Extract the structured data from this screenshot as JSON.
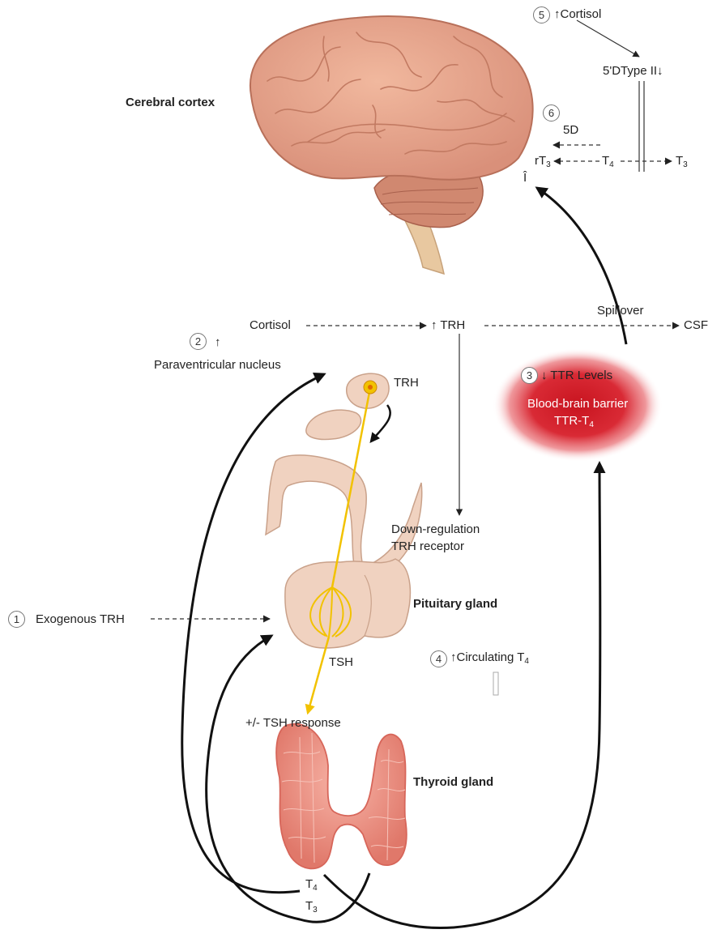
{
  "steps": [
    "1",
    "2",
    "3",
    "4",
    "5",
    "6"
  ],
  "labels": {
    "cerebral_cortex": "Cerebral cortex",
    "cortisol_up": "↑Cortisol",
    "deiodinase_type2": "5'DType II↓",
    "five_d": "5D",
    "rt3_base": "rT",
    "rt3_sub": "3",
    "t4_base": "T",
    "t4_sub": "4",
    "t3_base": "T",
    "t3_sub": "3",
    "i_mark": "Î",
    "cortisol": "Cortisol",
    "trh_up": "↑ TRH",
    "spillover": "Spillover",
    "csf": "CSF",
    "pvn_arrow": "↑",
    "pvn": "Paraventricular nucleus",
    "ttr_levels": "↓ TTR Levels",
    "bbb": "Blood-brain barrier",
    "ttr_t4_base": "TTR-T",
    "ttr_t4_sub": "4",
    "trh": "TRH",
    "down_regulation": "Down-regulation",
    "trh_receptor": "TRH receptor",
    "exogenous_trh": "Exogenous TRH",
    "pituitary": "Pituitary gland",
    "tsh": "TSH",
    "circulating_t4_base": "↑Circulating T",
    "circulating_t4_sub": "4",
    "tsh_response": "+/- TSH response",
    "thyroid": "Thyroid gland",
    "out_t4_base": "T",
    "out_t4_sub": "4",
    "out_t3_base": "T",
    "out_t3_sub": "3"
  },
  "colors": {
    "brain": "#e7a68a",
    "brain_fold": "#c27a62",
    "cerebellum": "#d08870",
    "stem": "#e8c8a0",
    "tissue": "#f0d2c0",
    "tissue_edge": "#c9a18a",
    "axon": "#f2c200",
    "thyroid": "#ef8e80",
    "thyroid_dark": "#d7665a",
    "glow": "#d81f2c",
    "arrow": "#111111",
    "dashed": "#333333"
  }
}
